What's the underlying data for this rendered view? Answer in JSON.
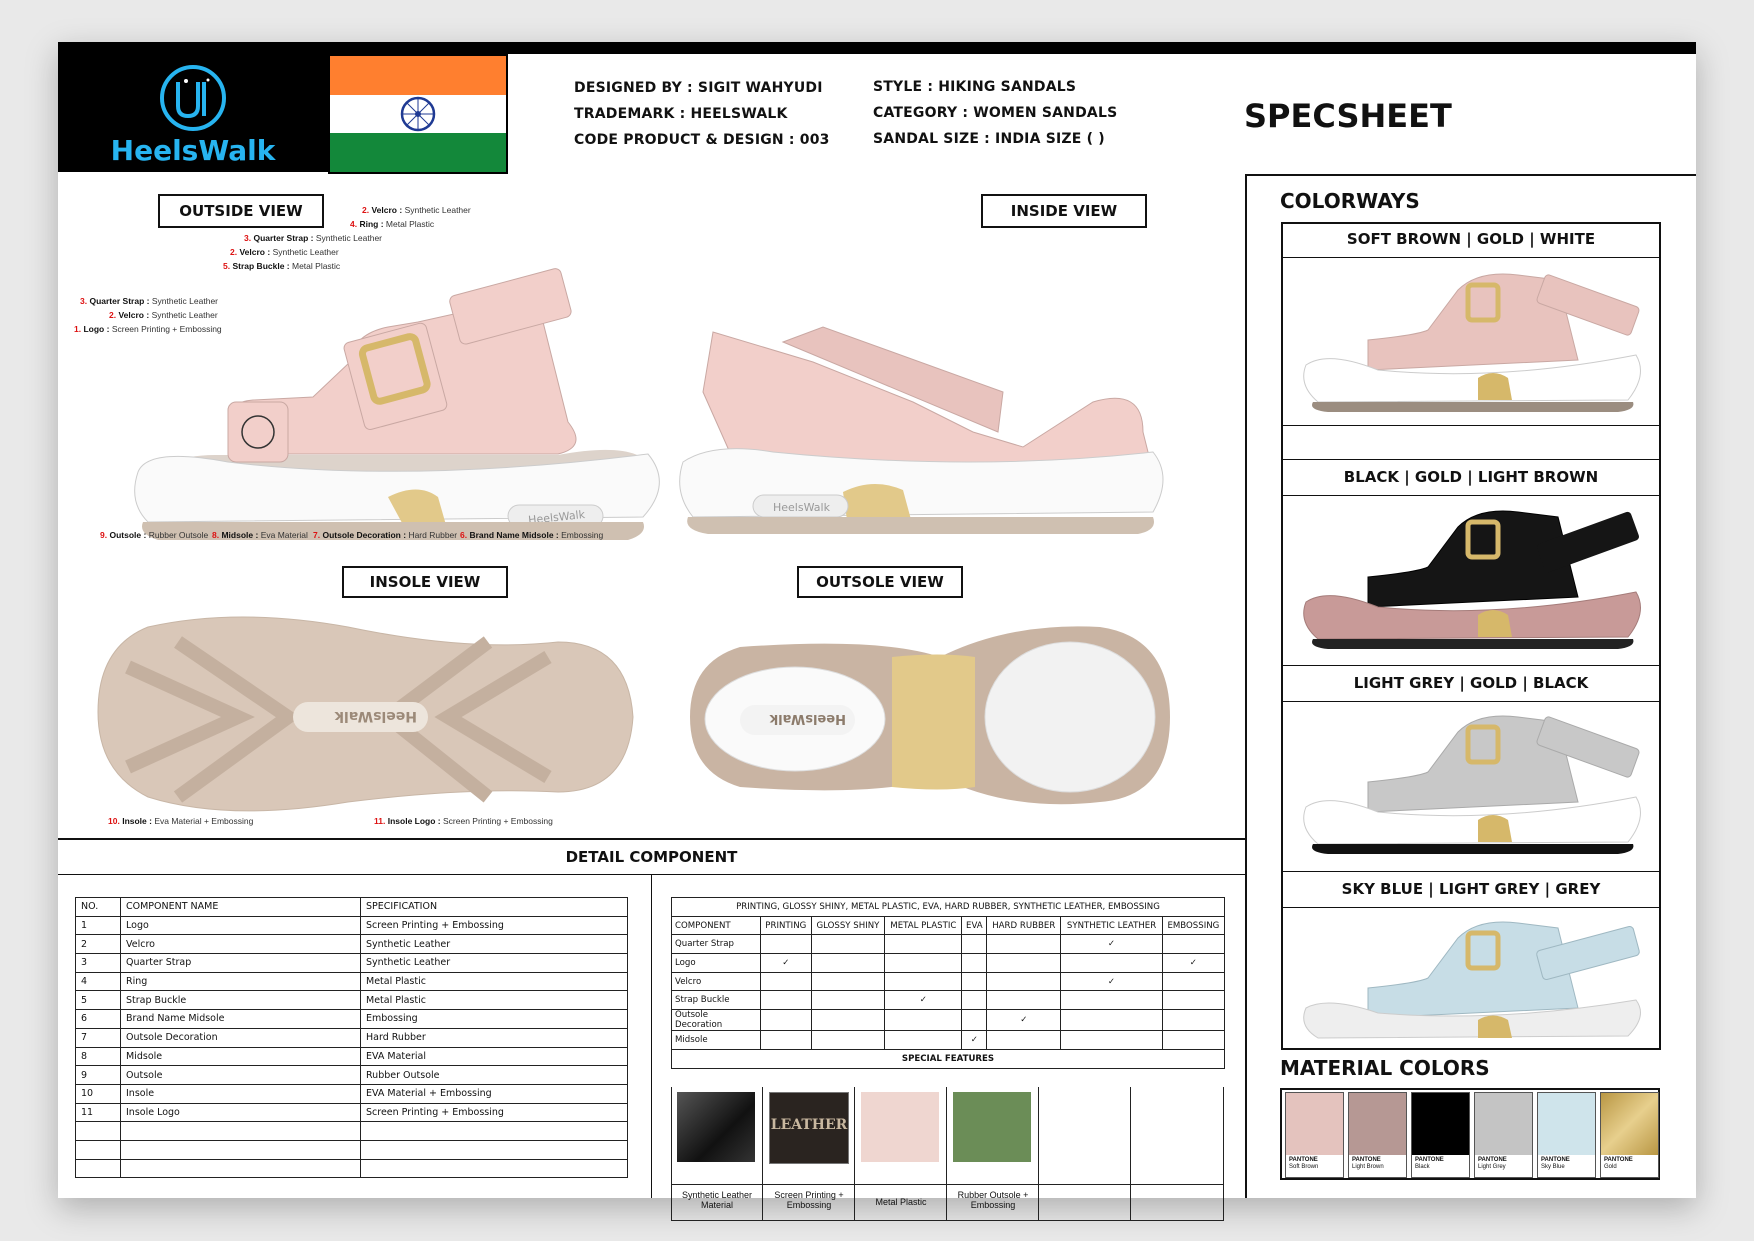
{
  "brand": {
    "name": "HeelsWalk",
    "mark": "U"
  },
  "header": {
    "designed_by": "DESIGNED BY : SIGIT WAHYUDI",
    "trademark": "TRADEMARK : HEELSWALK",
    "code": "CODE PRODUCT & DESIGN : 003",
    "style": "STYLE : HIKING SANDALS",
    "category": "CATEGORY : WOMEN SANDALS",
    "size": "SANDAL SIZE : INDIA SIZE (   )",
    "title": "SPECSHEET"
  },
  "flag": {
    "colors": [
      "#ff7f2f",
      "#ffffff",
      "#13883a"
    ],
    "chakra": "#1f3a93"
  },
  "views": {
    "outside": "OUTSIDE VIEW",
    "inside": "INSIDE VIEW",
    "insole": "INSOLE VIEW",
    "outsole": "OUTSOLE VIEW"
  },
  "callouts": {
    "outside_top": [
      {
        "n": "2.",
        "name": "Velcro :",
        "spec": "Synthetic Leather"
      },
      {
        "n": "4.",
        "name": "Ring :",
        "spec": "Metal Plastic"
      },
      {
        "n": "3.",
        "name": "Quarter Strap :",
        "spec": "Synthetic Leather"
      },
      {
        "n": "2.",
        "name": "Velcro :",
        "spec": "Synthetic Leather"
      },
      {
        "n": "5.",
        "name": "Strap Buckle :",
        "spec": "Metal Plastic"
      },
      {
        "n": "3.",
        "name": "Quarter Strap :",
        "spec": "Synthetic Leather"
      },
      {
        "n": "2.",
        "name": "Velcro :",
        "spec": "Synthetic Leather"
      },
      {
        "n": "1.",
        "name": "Logo :",
        "spec": "Screen Printing + Embossing"
      }
    ],
    "outside_bottom": [
      {
        "n": "9.",
        "name": "Outsole :",
        "spec": "Rubber Outsole"
      },
      {
        "n": "8.",
        "name": "Midsole :",
        "spec": "Eva Material"
      },
      {
        "n": "7.",
        "name": "Outsole Decoration :",
        "spec": "Hard Rubber"
      },
      {
        "n": "6.",
        "name": "Brand Name Midsole :",
        "spec": "Embossing"
      }
    ],
    "insole": [
      {
        "n": "10.",
        "name": "Insole :",
        "spec": "Eva Material + Embossing"
      },
      {
        "n": "11.",
        "name": "Insole Logo :",
        "spec": "Screen Printing + Embossing"
      }
    ]
  },
  "detail": {
    "title": "DETAIL COMPONENT",
    "headers": [
      "NO.",
      "COMPONENT NAME",
      "SPECIFICATION"
    ],
    "rows": [
      [
        "1",
        "Logo",
        "Screen Printing + Embossing"
      ],
      [
        "2",
        "Velcro",
        "Synthetic Leather"
      ],
      [
        "3",
        "Quarter Strap",
        "Synthetic Leather"
      ],
      [
        "4",
        "Ring",
        "Metal Plastic"
      ],
      [
        "5",
        "Strap Buckle",
        "Metal Plastic"
      ],
      [
        "6",
        "Brand Name Midsole",
        "Embossing"
      ],
      [
        "7",
        "Outsole Decoration",
        "Hard Rubber"
      ],
      [
        "8",
        "Midsole",
        "EVA Material"
      ],
      [
        "9",
        "Outsole",
        "Rubber Outsole"
      ],
      [
        "10",
        "Insole",
        "EVA Material + Embossing"
      ],
      [
        "11",
        "Insole Logo",
        "Screen Printing + Embossing"
      ]
    ],
    "empty_rows": 3
  },
  "materials_table": {
    "title": "PRINTING, GLOSSY SHINY, METAL PLASTIC, EVA, HARD RUBBER, SYNTHETIC LEATHER, EMBOSSING",
    "headers": [
      "COMPONENT",
      "PRINTING",
      "GLOSSY SHINY",
      "METAL PLASTIC",
      "EVA",
      "HARD RUBBER",
      "SYNTHETIC LEATHER",
      "EMBOSSING"
    ],
    "rows": [
      [
        "Quarter Strap",
        "",
        "",
        "",
        "",
        "",
        "✓",
        ""
      ],
      [
        "Logo",
        "✓",
        "",
        "",
        "",
        "",
        "",
        "✓"
      ],
      [
        "Velcro",
        "",
        "",
        "",
        "",
        "",
        "✓",
        ""
      ],
      [
        "Strap Buckle",
        "",
        "",
        "✓",
        "",
        "",
        "",
        ""
      ],
      [
        "Outsole Decoration",
        "",
        "",
        "",
        "",
        "✓",
        "",
        ""
      ],
      [
        "Midsole",
        "",
        "",
        "",
        "✓",
        "",
        "",
        ""
      ]
    ],
    "special_title": "SPECIAL FEATURES",
    "features": [
      "Synthetic Leather Material",
      "Screen Printing + Embossing",
      "Metal Plastic",
      "Rubber Outsole + Embossing"
    ],
    "leather_badge": "LEATHER"
  },
  "colorways": {
    "title": "COLORWAYS",
    "items": [
      {
        "name": "SOFT BROWN | GOLD | WHITE",
        "upper": "#e8c3be",
        "sole": "#ffffff",
        "base": "#9b8d80",
        "buckle": "#d6b86a"
      },
      {
        "name": "BLACK | GOLD | LIGHT BROWN",
        "upper": "#151515",
        "sole": "#c89a98",
        "base": "#222222",
        "buckle": "#d6b86a"
      },
      {
        "name": "LIGHT GREY | GOLD | BLACK",
        "upper": "#c8c8c8",
        "sole": "#ffffff",
        "base": "#111111",
        "buckle": "#d6b86a"
      },
      {
        "name": "SKY BLUE | LIGHT GREY | GREY",
        "upper": "#c7dde6",
        "sole": "#eeeeee",
        "base": "#777777",
        "buckle": "#d6b86a"
      }
    ]
  },
  "material_colors": {
    "title": "MATERIAL COLORS",
    "swatches": [
      {
        "label": "PANTONE",
        "color": "#e4c3be",
        "name": "Soft Brown"
      },
      {
        "label": "PANTONE",
        "color": "#b69894",
        "name": "Light Brown"
      },
      {
        "label": "PANTONE",
        "color": "#000000",
        "name": "Black"
      },
      {
        "label": "PANTONE",
        "color": "#c4c4c4",
        "name": "Light Grey"
      },
      {
        "label": "PANTONE",
        "color": "#cfe4eb",
        "name": "Sky Blue"
      },
      {
        "label": "PANTONE",
        "color": "#cdaa5d",
        "name": "Gold"
      }
    ]
  }
}
